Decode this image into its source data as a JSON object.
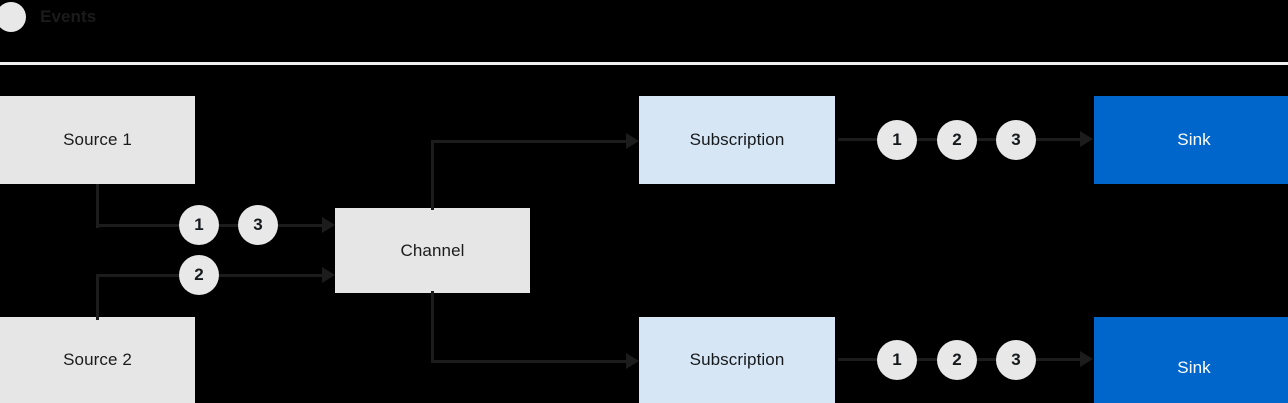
{
  "legend": {
    "dot_icon": "events-dot-icon",
    "label": "Events",
    "dot_color": "#e8e8e8"
  },
  "colors": {
    "background": "#000000",
    "source_box": "#e6e6e6",
    "channel_box": "#e6e6e6",
    "subscription_box": "#d6e6f5",
    "sink_box": "#0066cc",
    "sink_text": "#ffffff",
    "connector": "#1c1c1c",
    "token": "#e8e8e8",
    "divider": "#f0f0f0"
  },
  "nodes": {
    "source1": {
      "label": "Source 1"
    },
    "source2": {
      "label": "Source 2"
    },
    "channel": {
      "label": "Channel"
    },
    "subscription1": {
      "label": "Subscription"
    },
    "subscription2": {
      "label": "Subscription"
    },
    "sink1": {
      "label": "Sink"
    },
    "sink2": {
      "label": "Sink"
    }
  },
  "tokens": {
    "source1_to_channel": [
      "1",
      "3"
    ],
    "source2_to_channel": [
      "2"
    ],
    "subscription1_to_sink": [
      "1",
      "2",
      "3"
    ],
    "subscription2_to_sink": [
      "1",
      "2",
      "3"
    ]
  }
}
